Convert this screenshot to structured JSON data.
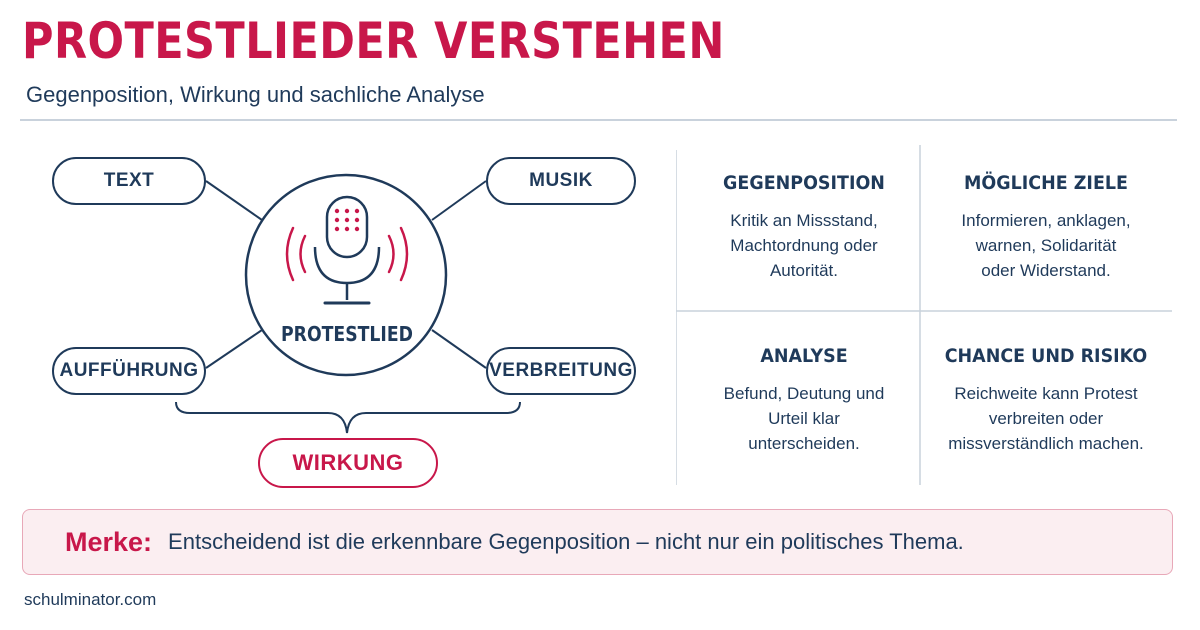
{
  "header": {
    "title": "PROTESTLIEDER VERSTEHEN",
    "subtitle": "Gegenposition, Wirkung und sachliche Analyse"
  },
  "diagram": {
    "center": "PROTESTLIED",
    "nodes": {
      "text": "TEXT",
      "musik": "MUSIK",
      "auffuehrung": "AUFFÜHRUNG",
      "verbreitung": "VERBREITUNG"
    },
    "result": "WIRKUNG"
  },
  "panels": [
    {
      "heading": "GEGENPOSITION",
      "text": "Kritik an Missstand,\nMachtordnung oder\nAutorität."
    },
    {
      "heading": "MÖGLICHE ZIELE",
      "text": "Informieren, anklagen,\nwarnen, Solidarität\noder Widerstand."
    },
    {
      "heading": "ANALYSE",
      "text": "Befund, Deutung und\nUrteil klar\nunterscheiden."
    },
    {
      "heading": "CHANCE UND RISIKO",
      "text": "Reichweite kann Protest\nverbreiten oder\nmissverständlich machen."
    }
  ],
  "merke": {
    "label": "Merke:",
    "text": "Entscheidend ist die erkennbare Gegenposition – nicht nur ein politisches Thema."
  },
  "footer": {
    "source": "schulminator.com"
  },
  "colors": {
    "accent": "#c8174a",
    "navy": "#1f3a5a",
    "divider": "#c9d2dc",
    "merke_bg": "#fbeef1"
  },
  "icons": {
    "center": "microphone-icon",
    "waves": "sound-waves-icon"
  }
}
